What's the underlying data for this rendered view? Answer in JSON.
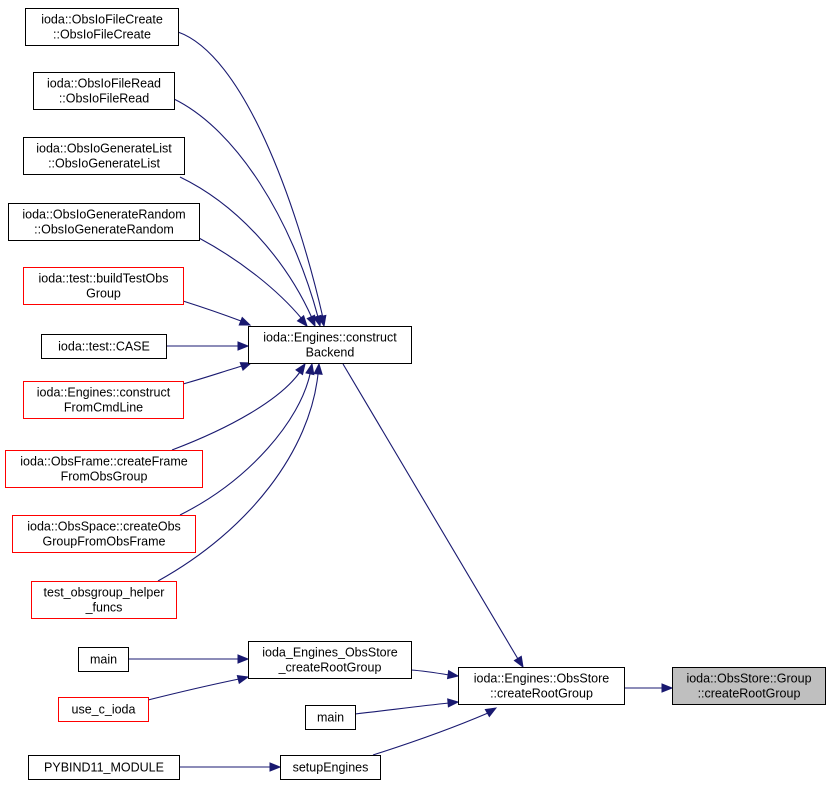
{
  "colors": {
    "edge": "#191970",
    "node_border_documented": "#000000",
    "node_border_undocumented": "#ff0000",
    "node_fill": "#ffffff",
    "node_fill_highlight": "#bfbfbf"
  },
  "nodes": {
    "obsiofilecreate": {
      "lines": [
        "ioda::ObsIoFileCreate",
        "::ObsIoFileCreate"
      ],
      "style": "black"
    },
    "obsiofileread": {
      "lines": [
        "ioda::ObsIoFileRead",
        "::ObsIoFileRead"
      ],
      "style": "black"
    },
    "obsiogeneratelist": {
      "lines": [
        "ioda::ObsIoGenerateList",
        "::ObsIoGenerateList"
      ],
      "style": "black"
    },
    "obsiogeneraterandom": {
      "lines": [
        "ioda::ObsIoGenerateRandom",
        "::ObsIoGenerateRandom"
      ],
      "style": "black"
    },
    "buildtestobsgroup": {
      "lines": [
        "ioda::test::buildTestObs",
        "Group"
      ],
      "style": "red"
    },
    "testcase": {
      "lines": [
        "ioda::test::CASE"
      ],
      "style": "black"
    },
    "constructfromcmdline": {
      "lines": [
        "ioda::Engines::construct",
        "FromCmdLine"
      ],
      "style": "red"
    },
    "createframefromobsgroup": {
      "lines": [
        "ioda::ObsFrame::createFrame",
        "FromObsGroup"
      ],
      "style": "red"
    },
    "createobsgroupfromobsframe": {
      "lines": [
        "ioda::ObsSpace::createObs",
        "GroupFromObsFrame"
      ],
      "style": "red"
    },
    "testobsgrouphelperfuncs": {
      "lines": [
        "test_obsgroup_helper",
        "_funcs"
      ],
      "style": "red"
    },
    "constructbackend": {
      "lines": [
        "ioda::Engines::construct",
        "Backend"
      ],
      "style": "black"
    },
    "main1": {
      "lines": [
        "main"
      ],
      "style": "black"
    },
    "usecioda": {
      "lines": [
        "use_c_ioda"
      ],
      "style": "red"
    },
    "iodaengobsstorecreateroot": {
      "lines": [
        "ioda_Engines_ObsStore",
        "_createRootGroup"
      ],
      "style": "black"
    },
    "main2": {
      "lines": [
        "main"
      ],
      "style": "black"
    },
    "pybind11module": {
      "lines": [
        "PYBIND11_MODULE"
      ],
      "style": "black"
    },
    "setupengines": {
      "lines": [
        "setupEngines"
      ],
      "style": "black"
    },
    "enginesobsstorecreateroot": {
      "lines": [
        "ioda::Engines::ObsStore",
        "::createRootGroup"
      ],
      "style": "black"
    },
    "obsstoregroupcreateroot": {
      "lines": [
        "ioda::ObsStore::Group",
        "::createRootGroup"
      ],
      "style": "highlight"
    }
  },
  "edges": [
    {
      "from": "obsiofilecreate",
      "to": "constructbackend"
    },
    {
      "from": "obsiofileread",
      "to": "constructbackend"
    },
    {
      "from": "obsiogeneratelist",
      "to": "constructbackend"
    },
    {
      "from": "obsiogeneraterandom",
      "to": "constructbackend"
    },
    {
      "from": "buildtestobsgroup",
      "to": "constructbackend"
    },
    {
      "from": "testcase",
      "to": "constructbackend"
    },
    {
      "from": "constructfromcmdline",
      "to": "constructbackend"
    },
    {
      "from": "createframefromobsgroup",
      "to": "constructbackend"
    },
    {
      "from": "createobsgroupfromobsframe",
      "to": "constructbackend"
    },
    {
      "from": "testobsgrouphelperfuncs",
      "to": "constructbackend"
    },
    {
      "from": "constructbackend",
      "to": "enginesobsstorecreateroot"
    },
    {
      "from": "main1",
      "to": "iodaengobsstorecreateroot"
    },
    {
      "from": "usecioda",
      "to": "iodaengobsstorecreateroot"
    },
    {
      "from": "iodaengobsstorecreateroot",
      "to": "enginesobsstorecreateroot"
    },
    {
      "from": "main2",
      "to": "enginesobsstorecreateroot"
    },
    {
      "from": "pybind11module",
      "to": "setupengines"
    },
    {
      "from": "setupengines",
      "to": "enginesobsstorecreateroot"
    },
    {
      "from": "enginesobsstorecreateroot",
      "to": "obsstoregroupcreateroot"
    }
  ]
}
